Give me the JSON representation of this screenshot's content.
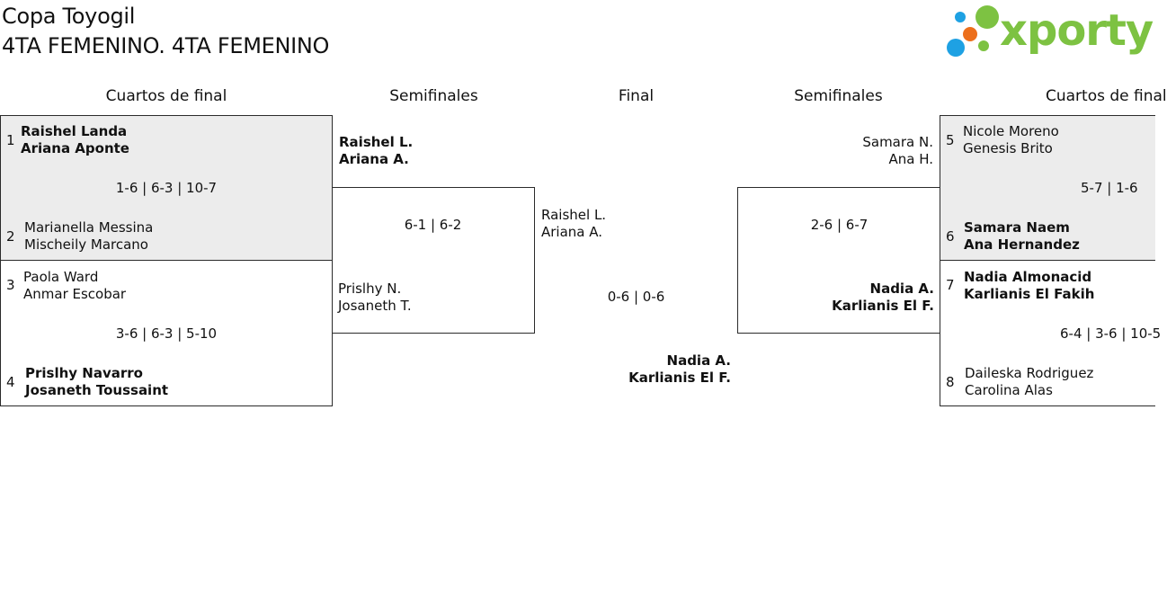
{
  "header": {
    "title": "Copa Toyogil",
    "subtitle": "4TA FEMENINO. 4TA FEMENINO",
    "logo_text": "xporty"
  },
  "rounds": {
    "left_qf": "Cuartos de final",
    "left_sf": "Semifinales",
    "final": "Final",
    "right_sf": "Semifinales",
    "right_qf": "Cuartos de final"
  },
  "colors": {
    "logo_green": "#7dc242",
    "logo_blue": "#1ea1e3",
    "logo_orange": "#ec6f1c",
    "winner_shade": "#ececec"
  },
  "quarterfinals": [
    {
      "top": {
        "seed": "1",
        "p1": "Raishel Landa",
        "p2": "Ariana Aponte",
        "winner": true
      },
      "score": "1-6 | 6-3 | 10-7",
      "bottom": {
        "seed": "2",
        "p1": "Marianella Messina",
        "p2": "Mischeily Marcano",
        "winner": false
      }
    },
    {
      "top": {
        "seed": "3",
        "p1": "Paola Ward",
        "p2": "Anmar Escobar",
        "winner": false
      },
      "score": "3-6 | 6-3 | 5-10",
      "bottom": {
        "seed": "4",
        "p1": "Prislhy Navarro",
        "p2": "Josaneth Toussaint",
        "winner": true
      }
    },
    {
      "top": {
        "seed": "5",
        "p1": "Nicole Moreno",
        "p2": "Genesis Brito",
        "winner": false
      },
      "score": "5-7 | 1-6",
      "bottom": {
        "seed": "6",
        "p1": "Samara Naem",
        "p2": "Ana Hernandez",
        "winner": true
      }
    },
    {
      "top": {
        "seed": "7",
        "p1": "Nadia Almonacid",
        "p2": "Karlianis El Fakih",
        "winner": true
      },
      "score": "6-4 | 3-6 | 10-5",
      "bottom": {
        "seed": "8",
        "p1": "Daileska Rodriguez",
        "p2": "Carolina Alas",
        "winner": false
      }
    }
  ],
  "semifinals": [
    {
      "top": {
        "p1": "Raishel L.",
        "p2": "Ariana A.",
        "winner": true
      },
      "score": "6-1 | 6-2",
      "bottom": {
        "p1": "Prislhy N.",
        "p2": "Josaneth T.",
        "winner": false
      }
    },
    {
      "top": {
        "p1": "Samara N.",
        "p2": "Ana H.",
        "winner": false
      },
      "score": "2-6 | 6-7",
      "bottom": {
        "p1": "Nadia A.",
        "p2": "Karlianis El F.",
        "winner": true
      }
    }
  ],
  "final": {
    "top": {
      "p1": "Raishel L.",
      "p2": "Ariana A.",
      "winner": false
    },
    "score": "0-6 | 0-6",
    "bottom": {
      "p1": "Nadia A.",
      "p2": "Karlianis El F.",
      "winner": true
    }
  }
}
